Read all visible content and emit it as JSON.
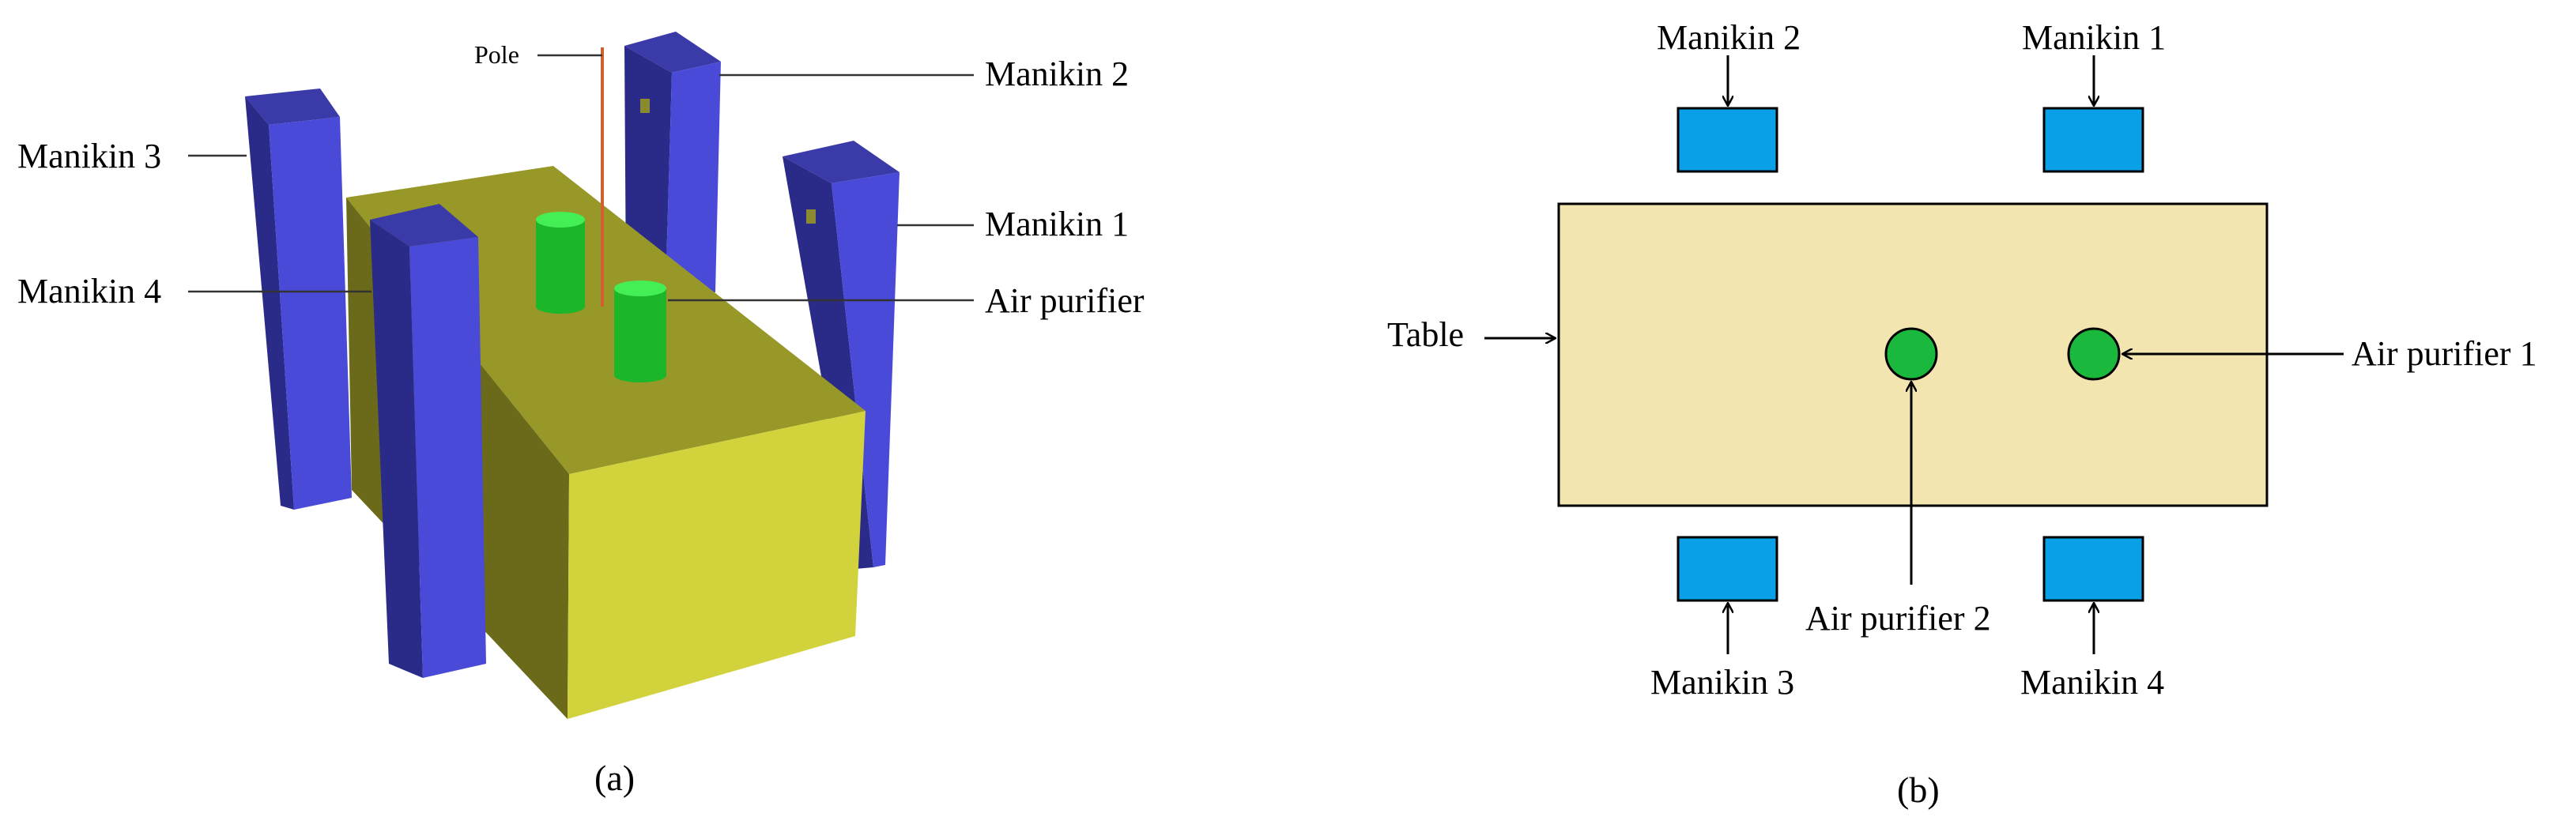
{
  "panel_a": {
    "caption": "(a)",
    "labels": {
      "pole": "Pole",
      "manikin_1": "Manikin 1",
      "manikin_2": "Manikin 2",
      "manikin_3": "Manikin 3",
      "manikin_4": "Manikin 4",
      "air_purifier": "Air purifier"
    }
  },
  "panel_b": {
    "caption": "(b)",
    "labels": {
      "table": "Table",
      "manikin_1": "Manikin 1",
      "manikin_2": "Manikin 2",
      "manikin_3": "Manikin 3",
      "manikin_4": "Manikin 4",
      "air_purifier_1": "Air purifier 1",
      "air_purifier_2": "Air purifier 2"
    }
  },
  "colors": {
    "manikin_3d": "#4a4ad8",
    "table_3d": "#c8c840",
    "purifier": "#22cc33",
    "pole": "#d06030",
    "table_plan": "#f3e5b0",
    "manikin_plan": "#0aa0e8",
    "purifier_plan": "#1ab83c"
  }
}
